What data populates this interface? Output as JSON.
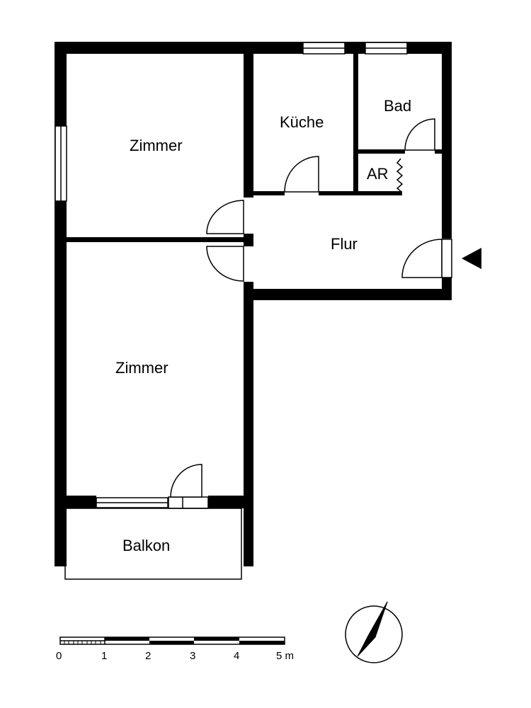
{
  "rooms": {
    "zimmer_top": "Zimmer",
    "kueche": "Küche",
    "bad": "Bad",
    "ar": "AR",
    "flur": "Flur",
    "zimmer_bottom": "Zimmer",
    "balkon": "Balkon"
  },
  "scale_bar": {
    "labels": [
      "0",
      "1",
      "2",
      "3",
      "4",
      "5 m"
    ]
  },
  "icons": {
    "entrance": "entrance-arrow-icon",
    "compass": "north-compass-icon"
  }
}
